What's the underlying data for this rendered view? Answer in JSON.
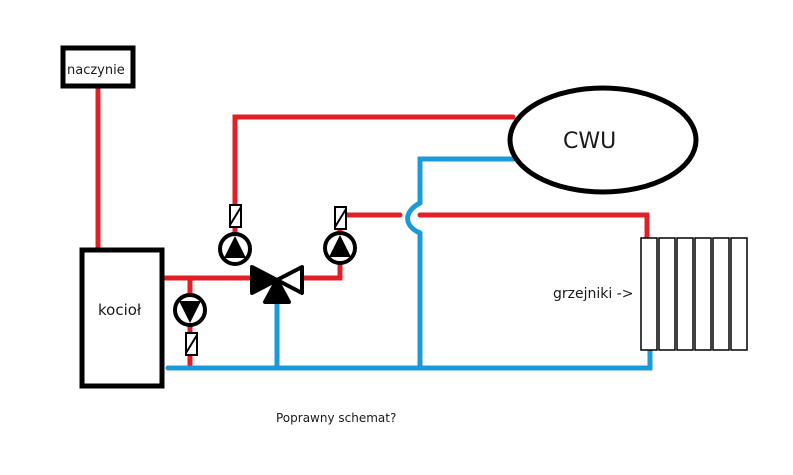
{
  "diagram": {
    "title": "Heating system schematic",
    "colors": {
      "supply": "#e31f26",
      "return": "#1b9ad8",
      "outline": "#000000",
      "background": "#ffffff"
    },
    "labels": {
      "expansion_tank": "naczynie",
      "boiler": "kocioł",
      "hot_water_tank": "CWU",
      "radiators": "grzejniki ->",
      "question": "Poprawny schemat?"
    },
    "components": [
      {
        "id": "expansion_tank",
        "kind": "box"
      },
      {
        "id": "boiler",
        "kind": "box"
      },
      {
        "id": "hot_water_tank",
        "kind": "ellipse"
      },
      {
        "id": "radiators",
        "kind": "radiator",
        "sections": 6
      },
      {
        "id": "pump_boiler",
        "kind": "pump",
        "direction": "down"
      },
      {
        "id": "pump_cwu",
        "kind": "pump",
        "direction": "up"
      },
      {
        "id": "pump_radiators",
        "kind": "pump",
        "direction": "up"
      },
      {
        "id": "three_way_valve",
        "kind": "valve-3way"
      },
      {
        "id": "check_valve_boiler",
        "kind": "check-valve"
      },
      {
        "id": "check_valve_cwu",
        "kind": "check-valve"
      },
      {
        "id": "check_valve_radiators",
        "kind": "check-valve"
      }
    ]
  }
}
